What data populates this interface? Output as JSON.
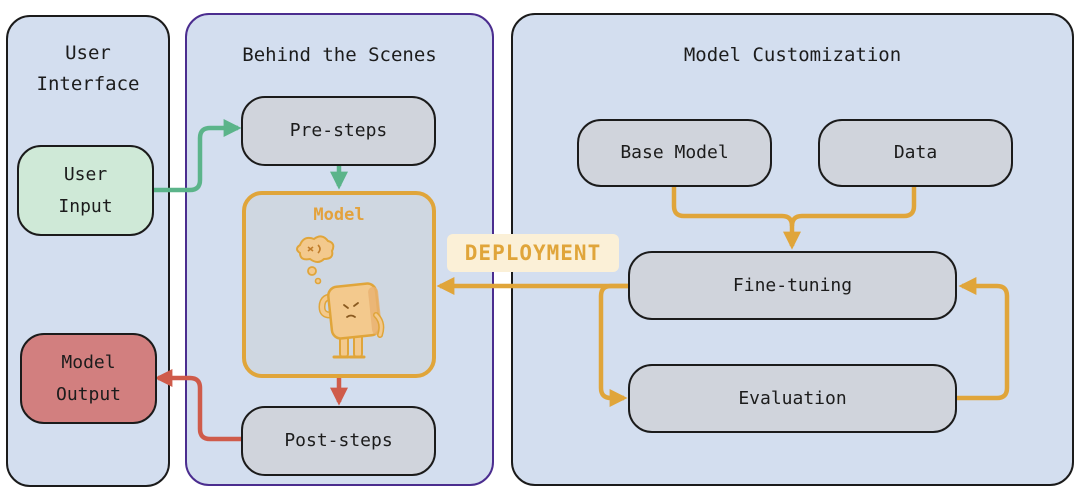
{
  "panels": {
    "user_interface": {
      "title_line1": "User",
      "title_line2": "Interface"
    },
    "behind_the_scenes": {
      "title": "Behind the Scenes"
    },
    "model_customization": {
      "title": "Model Customization"
    }
  },
  "nodes": {
    "user_input": {
      "line1": "User",
      "line2": "Input"
    },
    "model_output": {
      "line1": "Model",
      "line2": "Output"
    },
    "pre_steps": "Pre-steps",
    "model": "Model",
    "post_steps": "Post-steps",
    "base_model": "Base Model",
    "data": "Data",
    "fine_tuning": "Fine-tuning",
    "evaluation": "Evaluation"
  },
  "labels": {
    "deployment": "DEPLOYMENT"
  },
  "colors": {
    "panel_fill": "#d3deef",
    "node_fill": "#d0d4dc",
    "input_fill": "#cfe9d7",
    "output_fill": "#d27f7f",
    "green_arrow": "#5bb48a",
    "orange_arrow": "#e0a53a",
    "red_arrow": "#cf5b4a",
    "behind_scenes_border": "#4b2d8f"
  },
  "icons": {
    "model_mascot": "confused-cube-mascot-icon"
  }
}
